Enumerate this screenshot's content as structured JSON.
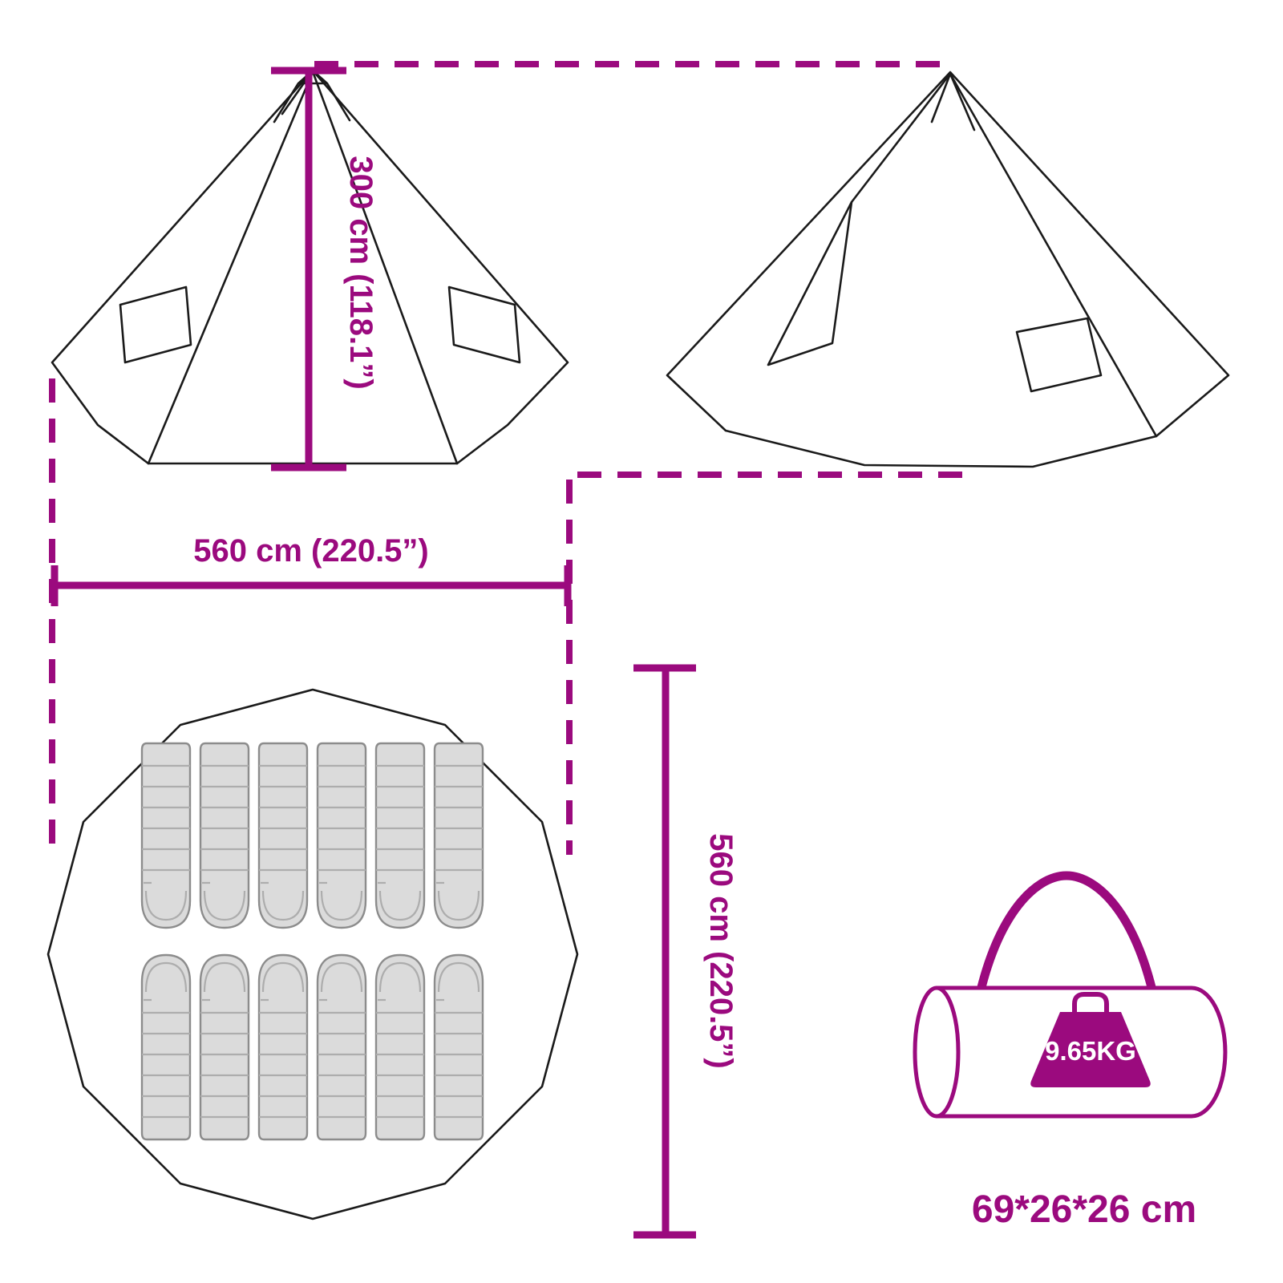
{
  "colors": {
    "accent": "#9B0A7E",
    "outline": "#1A1A1A",
    "sleeping_bag_fill": "#DBDBDB",
    "sleeping_bag_stroke": "#8C8C8C"
  },
  "dimensions": {
    "height_label": "300 cm (118.1”)",
    "width_label": "560 cm (220.5”)",
    "depth_label": "560 cm (220.5”)",
    "weight_label": "9.65KG",
    "packed_size_label": "69*26*26 cm"
  },
  "views": {
    "front": "tent-front-view",
    "side": "tent-side-view",
    "floor": "floor-plan-view",
    "packed": "carry-bag-view"
  },
  "floor_plan": {
    "sleeping_bag_count": 12,
    "rows": 2,
    "bags_per_row": 6
  }
}
